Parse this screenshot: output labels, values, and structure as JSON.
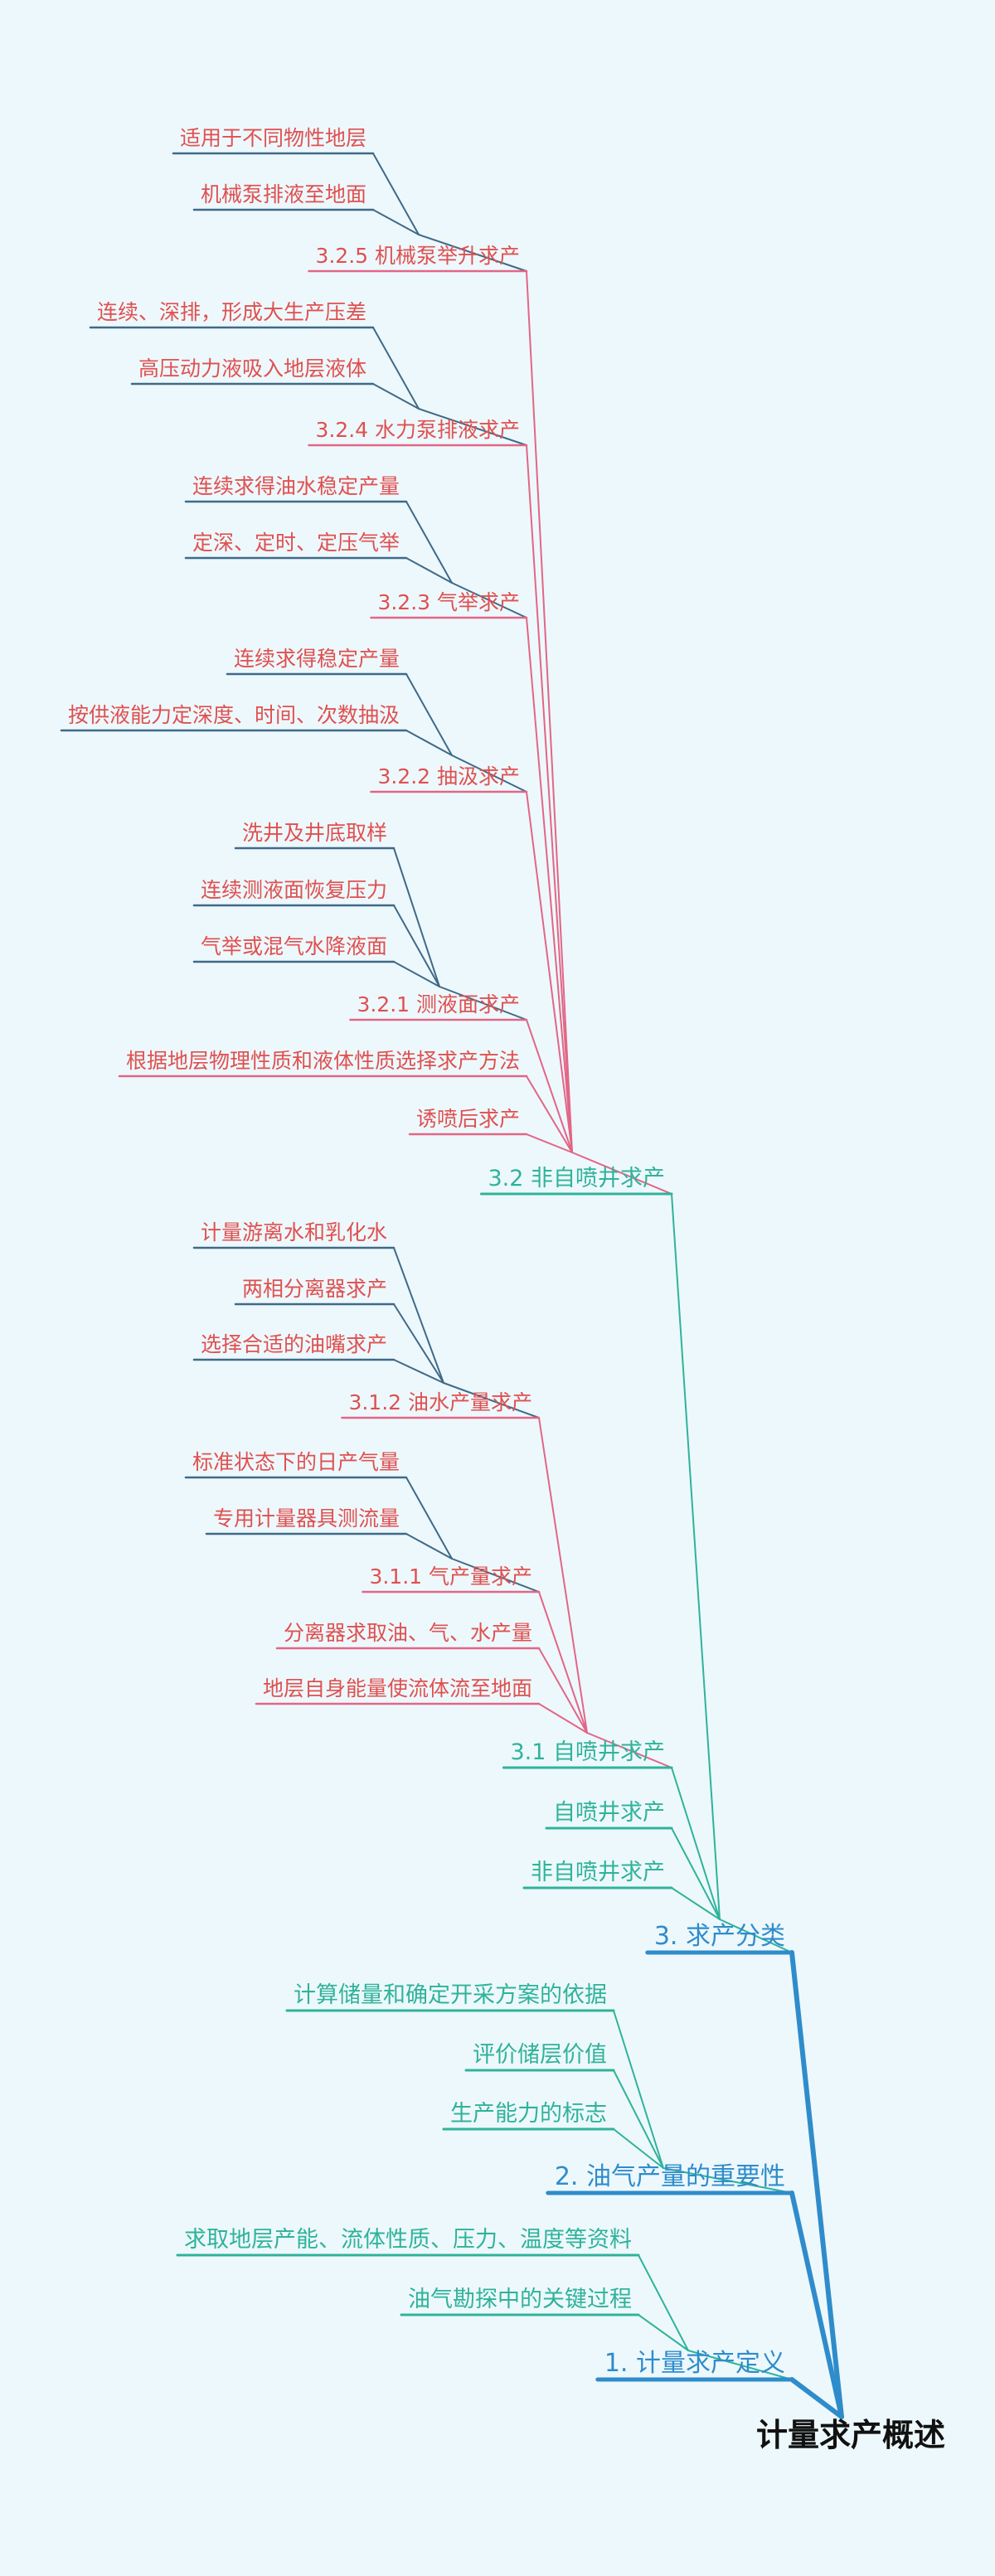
{
  "colors": {
    "background": "#edf8fc",
    "root": "#111111",
    "level1": "#2f8ccb",
    "level2": "#2fb39a",
    "level3": "#e26686",
    "level4": "#3f6a88",
    "text_red": "#e05050"
  },
  "mindmap": {
    "root": {
      "label": "计量求产概述"
    },
    "branches": [
      {
        "id": "b1",
        "label": "1. 计量求产定义",
        "children": [
          {
            "id": "b1-1",
            "label": "求取地层产能、流体性质、压力、温度等资料"
          },
          {
            "id": "b1-2",
            "label": "油气勘探中的关键过程"
          }
        ]
      },
      {
        "id": "b2",
        "label": "2. 油气产量的重要性",
        "children": [
          {
            "id": "b2-1",
            "label": "计算储量和确定开采方案的依据"
          },
          {
            "id": "b2-2",
            "label": "评价储层价值"
          },
          {
            "id": "b2-3",
            "label": "生产能力的标志"
          }
        ]
      },
      {
        "id": "b3",
        "label": "3. 求产分类",
        "children": [
          {
            "id": "b3-1",
            "label": "3.1 自喷井求产",
            "children": [
              {
                "id": "b3-1-1",
                "label": "3.1.2 油水产量求产",
                "children": [
                  {
                    "id": "b3-1-1-1",
                    "label": "计量游离水和乳化水"
                  },
                  {
                    "id": "b3-1-1-2",
                    "label": "两相分离器求产"
                  },
                  {
                    "id": "b3-1-1-3",
                    "label": "选择合适的油嘴求产"
                  }
                ]
              },
              {
                "id": "b3-1-2",
                "label": "3.1.1 气产量求产",
                "children": [
                  {
                    "id": "b3-1-2-1",
                    "label": "标准状态下的日产气量"
                  },
                  {
                    "id": "b3-1-2-2",
                    "label": "专用计量器具测流量"
                  }
                ]
              },
              {
                "id": "b3-1-3",
                "label": "分离器求取油、气、水产量"
              },
              {
                "id": "b3-1-4",
                "label": "地层自身能量使流体流至地面"
              }
            ]
          },
          {
            "id": "b3-2",
            "label": "自喷井求产"
          },
          {
            "id": "b3-3",
            "label": "非自喷井求产"
          },
          {
            "id": "b3-4",
            "label": "3.2 非自喷井求产",
            "children": [
              {
                "id": "b3-4-1",
                "label": "3.2.5 机械泵举升求产",
                "children": [
                  {
                    "id": "b3-4-1-1",
                    "label": "适用于不同物性地层"
                  },
                  {
                    "id": "b3-4-1-2",
                    "label": "机械泵排液至地面"
                  }
                ]
              },
              {
                "id": "b3-4-2",
                "label": "3.2.4 水力泵排液求产",
                "children": [
                  {
                    "id": "b3-4-2-1",
                    "label": "连续、深排，形成大生产压差"
                  },
                  {
                    "id": "b3-4-2-2",
                    "label": "高压动力液吸入地层液体"
                  }
                ]
              },
              {
                "id": "b3-4-3",
                "label": "3.2.3 气举求产",
                "children": [
                  {
                    "id": "b3-4-3-1",
                    "label": "连续求得油水稳定产量"
                  },
                  {
                    "id": "b3-4-3-2",
                    "label": "定深、定时、定压气举"
                  }
                ]
              },
              {
                "id": "b3-4-4",
                "label": "3.2.2 抽汲求产",
                "children": [
                  {
                    "id": "b3-4-4-1",
                    "label": "连续求得稳定产量"
                  },
                  {
                    "id": "b3-4-4-2",
                    "label": "按供液能力定深度、时间、次数抽汲"
                  }
                ]
              },
              {
                "id": "b3-4-5",
                "label": "3.2.1 测液面求产",
                "children": [
                  {
                    "id": "b3-4-5-1",
                    "label": "洗井及井底取样"
                  },
                  {
                    "id": "b3-4-5-2",
                    "label": "连续测液面恢复压力"
                  },
                  {
                    "id": "b3-4-5-3",
                    "label": "气举或混气水降液面"
                  }
                ]
              },
              {
                "id": "b3-4-6",
                "label": "根据地层物理性质和液体性质选择求产方法"
              },
              {
                "id": "b3-4-7",
                "label": "诱喷后求产"
              }
            ]
          }
        ]
      }
    ]
  }
}
